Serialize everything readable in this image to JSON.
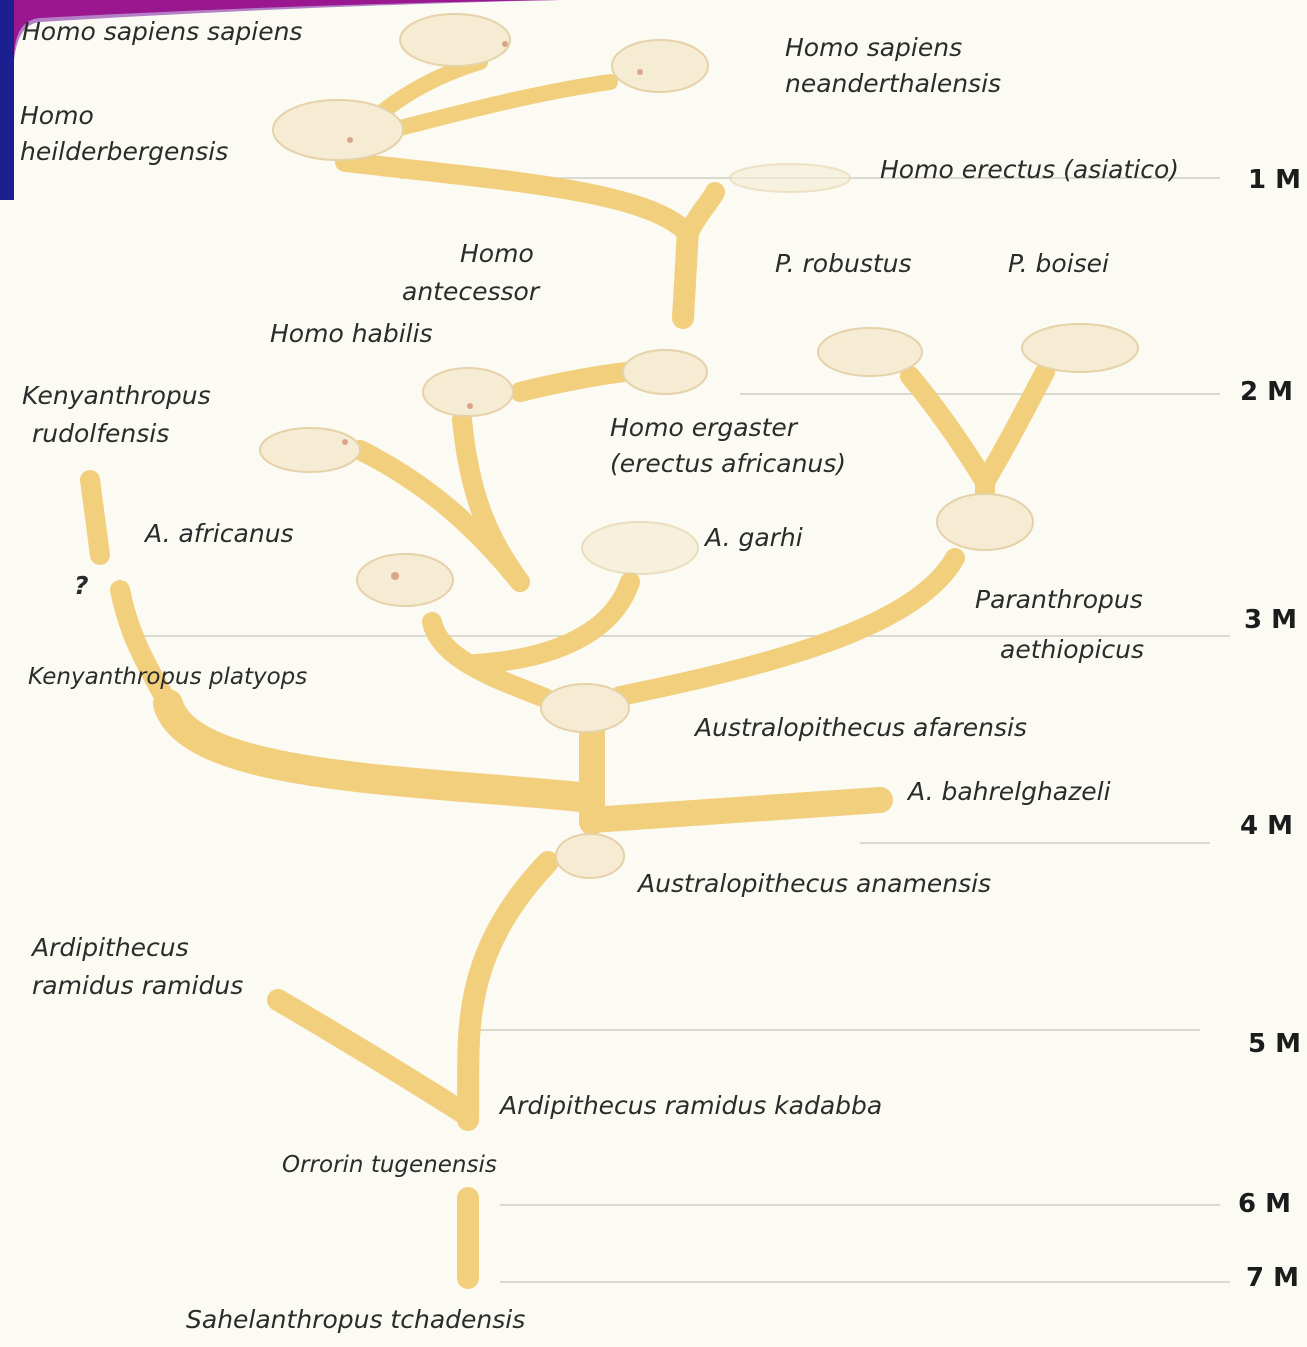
{
  "colors": {
    "background": "#fbfaf3",
    "branch": "#f2cf7d",
    "frame_magenta": "#c0147d",
    "frame_blue": "#1b1f8f"
  },
  "time_scale": [
    "1 M",
    "2 M",
    "3 M",
    "4 M",
    "5 M",
    "6 M",
    "7 M"
  ],
  "species": {
    "sapiens_sapiens": "Homo sapiens sapiens",
    "neanderthalensis_1": "Homo sapiens",
    "neanderthalensis_2": "neanderthalensis",
    "heidelbergensis_1": "Homo",
    "heidelbergensis_2": "heilderbergensis",
    "erectus_asiatico": "Homo erectus (asiatico)",
    "antecessor_1": "Homo",
    "antecessor_2": "antecessor",
    "robustus": "P. robustus",
    "boisei": "P. boisei",
    "habilis": "Homo habilis",
    "rudolfensis_1": "Kenyanthropus",
    "rudolfensis_2": "rudolfensis",
    "ergaster_1": "Homo ergaster",
    "ergaster_2": "(erectus africanus)",
    "africanus": "A. africanus",
    "garhi": "A. garhi",
    "question": "?",
    "aethiopicus_1": "Paranthropus",
    "aethiopicus_2": "aethiopicus",
    "platyops": "Kenyanthropus platyops",
    "afarensis": "Australopithecus afarensis",
    "bahrelghazali": "A. bahrelghazeli",
    "anamensis": "Australopithecus anamensis",
    "ramidus_1": "Ardipithecus",
    "ramidus_2": "ramidus ramidus",
    "kadabba": "Ardipithecus ramidus kadabba",
    "orrorin": "Orrorin tugenensis",
    "sahelanthropus": "Sahelanthropus tchadensis"
  },
  "icons": [
    "skull-icon",
    "frame-swoosh-icon"
  ]
}
